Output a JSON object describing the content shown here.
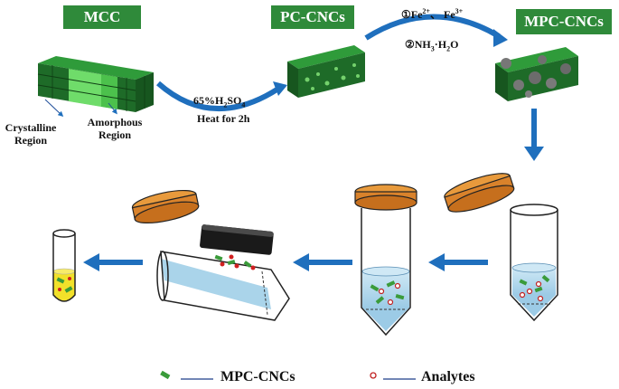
{
  "labels": {
    "mcc": "MCC",
    "pc_cncs": "PC-CNCs",
    "mpc_cncs": "MPC-CNCs",
    "crystalline": "Crystalline\nRegion",
    "amorphous": "Amorphous\nRegion",
    "acid_pre": "65%H",
    "acid_sub1": "2",
    "acid_mid": "SO",
    "acid_sub2": "4",
    "heat": "Heat for 2h",
    "step1_num": "①",
    "step1_a": "Fe",
    "step1_a_sup": "2+",
    "step1_sep": "、 Fe",
    "step1_b_sup": "3+",
    "step2_num": "②",
    "step2_a": "NH",
    "step2_a_sub": "3",
    "step2_b": "·H",
    "step2_b_sub": "2",
    "step2_c": "O"
  },
  "legend": {
    "mpc_label": "MPC-CNCs",
    "analytes_label": "Analytes"
  },
  "colors": {
    "label_bg": "#2f8a3a",
    "arrow_blue": "#1f6fbd",
    "cap_orange": "#d9822b",
    "liquid": "#aad4ea",
    "green_dark": "#1e6b28",
    "green_mid": "#2f9b3a",
    "green_light": "#6fdc6a"
  }
}
